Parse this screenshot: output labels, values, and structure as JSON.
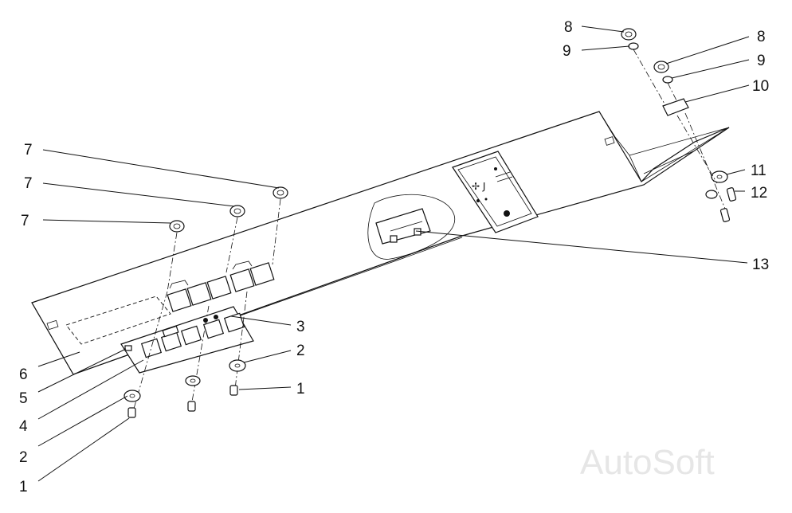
{
  "callouts": {
    "c8a": "8",
    "c9a": "9",
    "c8b": "8",
    "c9b": "9",
    "c10": "10",
    "c11": "11",
    "c12": "12",
    "c13": "13",
    "c7a": "7",
    "c7b": "7",
    "c7c": "7",
    "c3": "3",
    "c2a": "2",
    "c1a": "1",
    "c6": "6",
    "c5": "5",
    "c4": "4",
    "c2b": "2",
    "c1b": "1"
  },
  "watermark": "AutoSoft",
  "colors": {
    "line": "#111111",
    "background": "#ffffff",
    "watermark": "#e6e6e6"
  }
}
